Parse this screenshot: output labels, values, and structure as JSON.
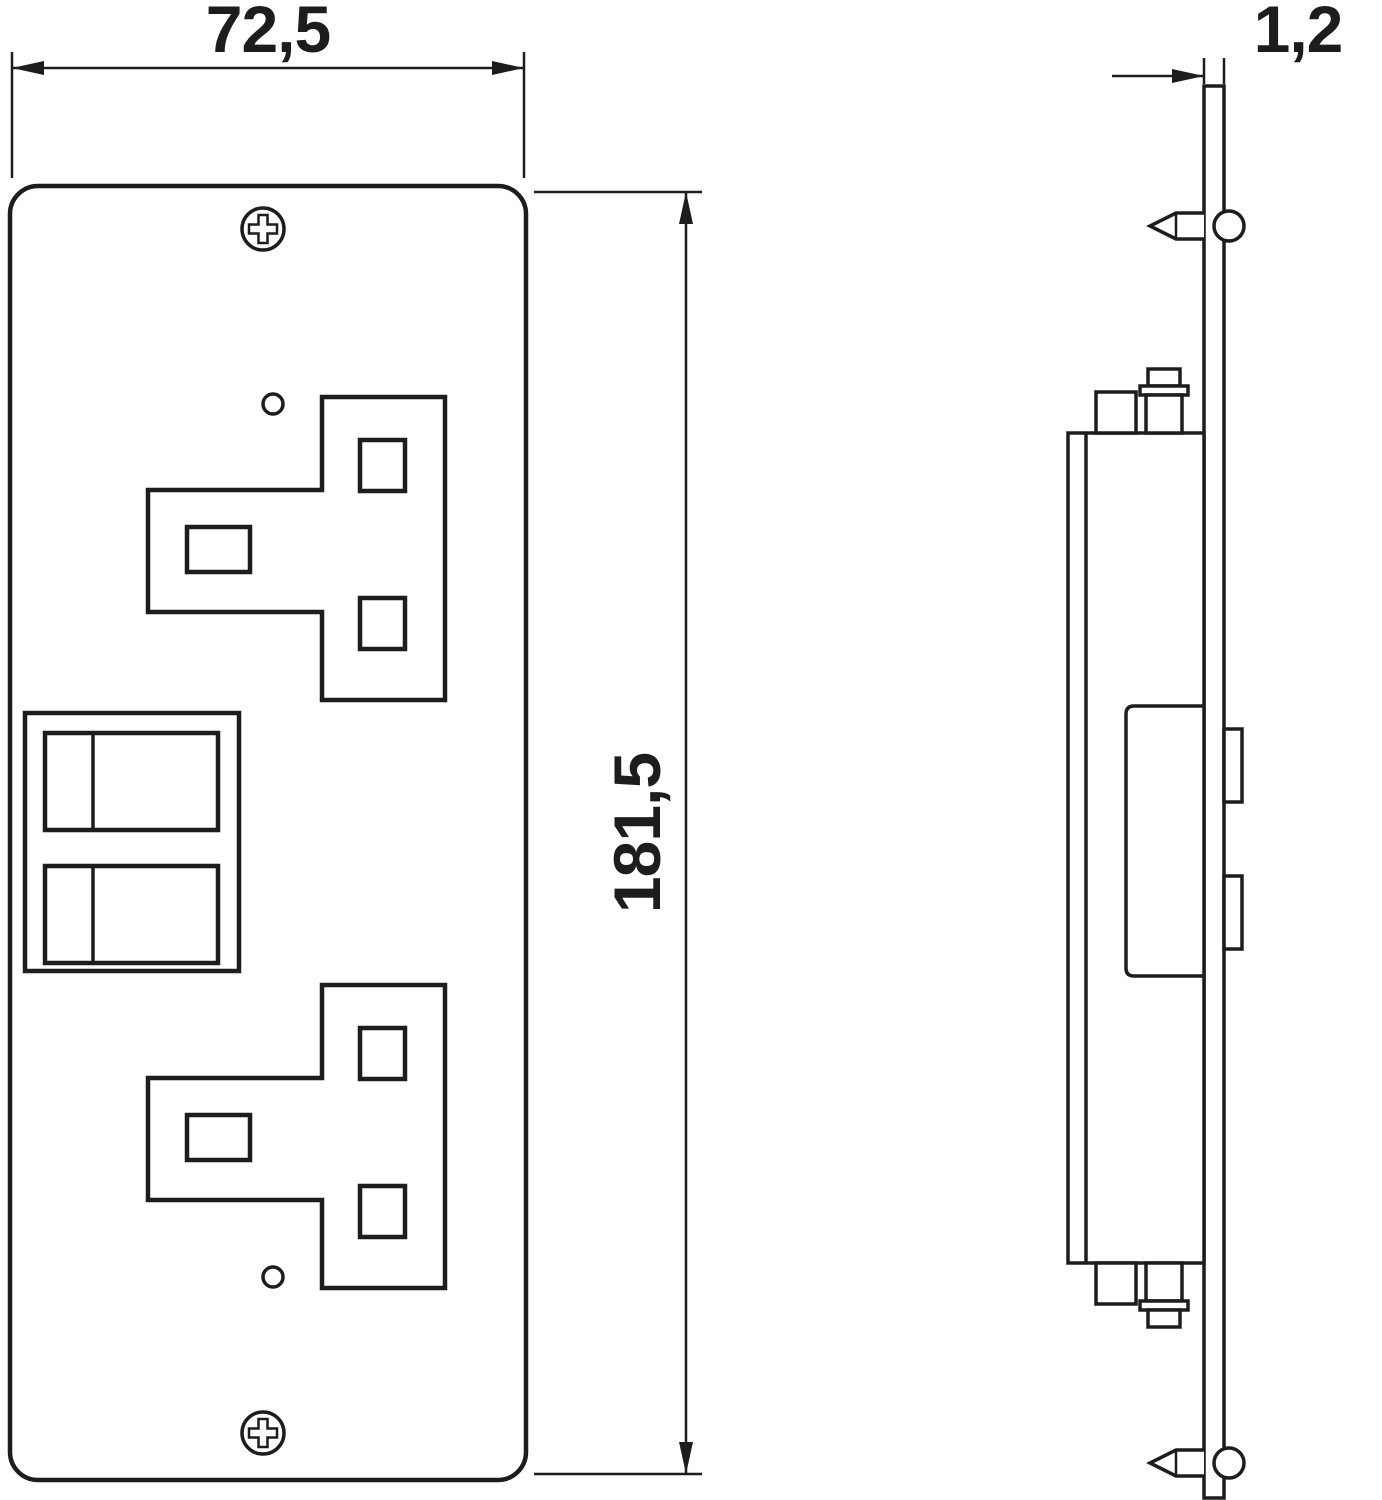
{
  "drawing": {
    "background": "#ffffff",
    "line_color": "#1d1d1b",
    "dimensions": {
      "width": "72,5",
      "height": "181,5",
      "thickness": "1,2"
    }
  }
}
